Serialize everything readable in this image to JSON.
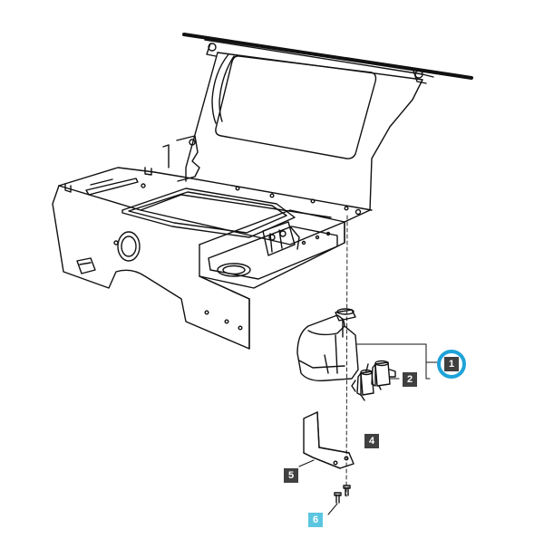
{
  "diagram": {
    "callouts": [
      {
        "id": "1",
        "label": "1",
        "color": "#404040",
        "selected": true
      },
      {
        "id": "2",
        "label": "2",
        "color": "#404040",
        "selected": false
      },
      {
        "id": "4",
        "label": "4",
        "color": "#404040",
        "selected": false
      },
      {
        "id": "5",
        "label": "5",
        "color": "#404040",
        "selected": false
      },
      {
        "id": "6",
        "label": "6",
        "color": "#5bc6e0",
        "selected": false
      }
    ],
    "highlight_color": "#1ea3d8",
    "line_color": "#111111"
  }
}
